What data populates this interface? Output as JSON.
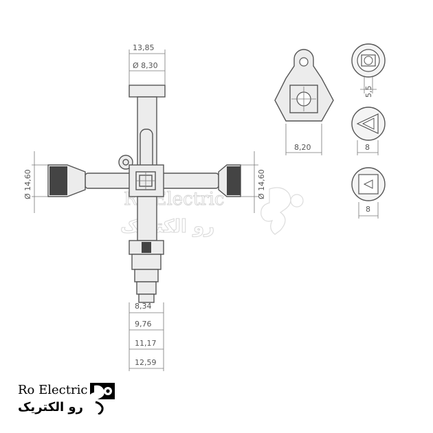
{
  "dimensions": {
    "top_width": "13,85",
    "top_diameter": "Ø 8,30",
    "left_diameter": "Ø 14,60",
    "right_diameter": "Ø 14,60",
    "step_1": "8,34",
    "step_2": "9,76",
    "step_3": "11,17",
    "step_4": "12,59",
    "hex_width": "8,20",
    "circle_slot": "5,5",
    "triangle_size": "8",
    "square_size": "8"
  },
  "watermark": {
    "latin": "Ro Electric",
    "arabic": "رو الکتریک"
  },
  "brand": {
    "latin": "Ro Electric",
    "arabic": "رو الکتریک"
  }
}
